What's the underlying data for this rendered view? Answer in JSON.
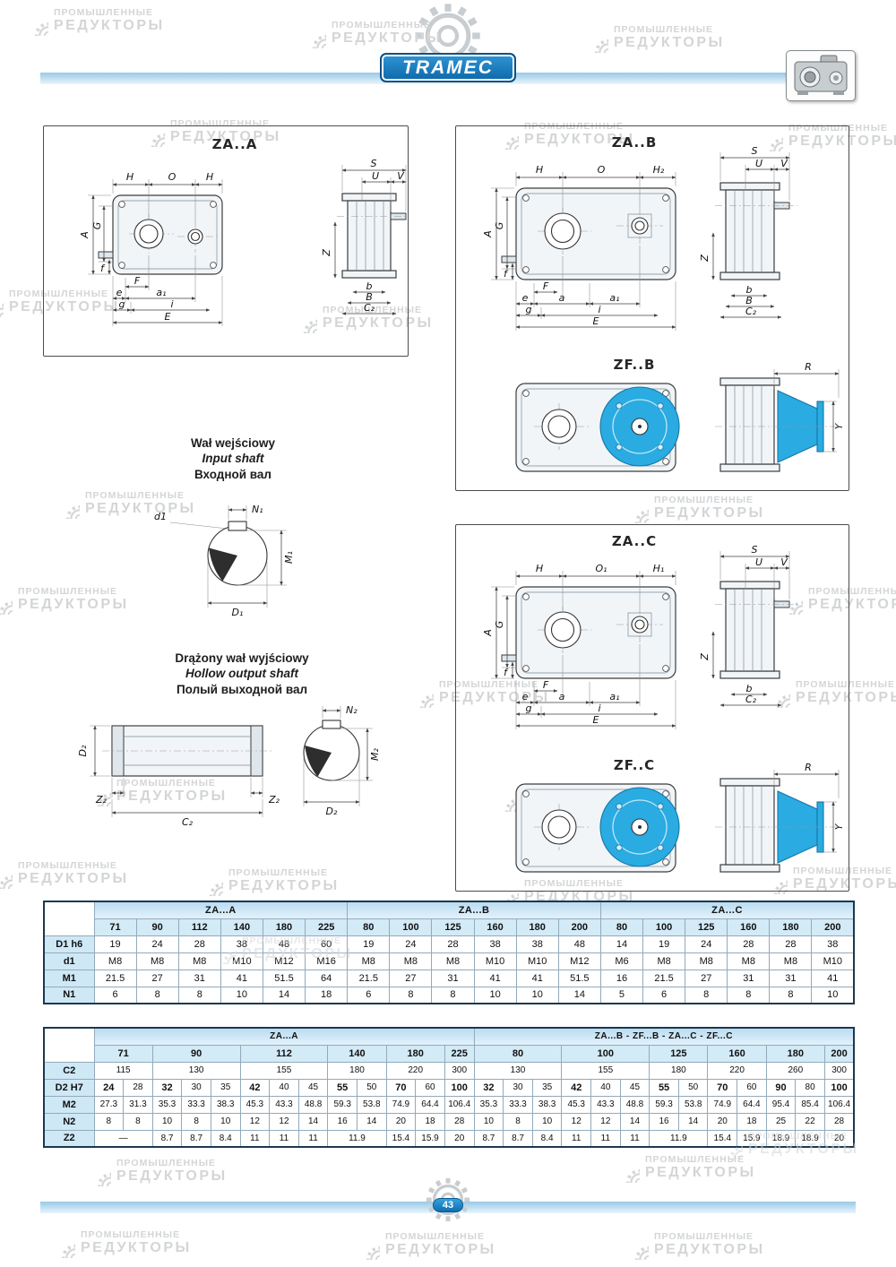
{
  "page": {
    "brand": "TRAMEC",
    "page_number": "43",
    "watermark": {
      "line1": "ПРОМЫШЛЕННЫЕ",
      "line2": "РЕДУКТОРЫ"
    }
  },
  "shaft_sections": {
    "input": {
      "pl": "Wał wejściowy",
      "en": "Input shaft",
      "ru": "Входной вал"
    },
    "hollow": {
      "pl": "Drążony wał wyjściowy",
      "en": "Hollow output shaft",
      "ru": "Полый выходной вал"
    }
  },
  "drawings": {
    "titles": {
      "zaa": "ZA..A",
      "zab": "ZA..B",
      "zfb": "ZF..B",
      "zac": "ZA..C",
      "zfc": "ZF..C"
    },
    "dims": {
      "H": "H",
      "O": "O",
      "O1": "O₁",
      "H1": "H₁",
      "H2": "H₂",
      "S": "S",
      "U": "U",
      "V": "V",
      "A": "A",
      "G": "G",
      "f": "f",
      "F": "F",
      "e": "e",
      "a": "a",
      "a1": "a₁",
      "g": "g",
      "i": "i",
      "E": "E",
      "Z": "Z",
      "b": "b",
      "B": "B",
      "C2": "C₂",
      "R": "R",
      "Y": "Y",
      "N1": "N₁",
      "d1": "d1",
      "M1": "M₁",
      "D1": "D₁",
      "N2": "N₂",
      "M2": "M₂",
      "D2": "D₂",
      "Z2": "Z₂"
    }
  },
  "table1": {
    "groups": [
      {
        "label": "ZA...A",
        "span": 6
      },
      {
        "label": "ZA...B",
        "span": 6
      },
      {
        "label": "ZA...C",
        "span": 6
      }
    ],
    "sizes": [
      "71",
      "90",
      "112",
      "140",
      "180",
      "225",
      "80",
      "100",
      "125",
      "160",
      "180",
      "200",
      "80",
      "100",
      "125",
      "160",
      "180",
      "200"
    ],
    "rows": [
      {
        "label": "D1 h6",
        "cells": [
          "19",
          "24",
          "28",
          "38",
          "48",
          "60",
          "19",
          "24",
          "28",
          "38",
          "38",
          "48",
          "14",
          "19",
          "24",
          "28",
          "28",
          "38"
        ]
      },
      {
        "label": "d1",
        "cells": [
          "M8",
          "M8",
          "M8",
          "M10",
          "M12",
          "M16",
          "M8",
          "M8",
          "M8",
          "M10",
          "M10",
          "M12",
          "M6",
          "M8",
          "M8",
          "M8",
          "M8",
          "M10"
        ]
      },
      {
        "label": "M1",
        "cells": [
          "21.5",
          "27",
          "31",
          "41",
          "51.5",
          "64",
          "21.5",
          "27",
          "31",
          "41",
          "41",
          "51.5",
          "16",
          "21.5",
          "27",
          "31",
          "31",
          "41"
        ]
      },
      {
        "label": "N1",
        "cells": [
          "6",
          "8",
          "8",
          "10",
          "14",
          "18",
          "6",
          "8",
          "8",
          "10",
          "10",
          "14",
          "5",
          "6",
          "8",
          "8",
          "8",
          "10"
        ]
      }
    ]
  },
  "table2": {
    "groups": [
      {
        "label": "ZA...A",
        "span": 13
      },
      {
        "label": "ZA...B - ZF...B - ZA...C - ZF...C",
        "span": 13
      }
    ],
    "sizes": [
      {
        "label": "71",
        "span": 2
      },
      {
        "label": "90",
        "span": 3
      },
      {
        "label": "112",
        "span": 3
      },
      {
        "label": "140",
        "span": 2
      },
      {
        "label": "180",
        "span": 2
      },
      {
        "label": "225",
        "span": 1
      },
      {
        "label": "80",
        "span": 3
      },
      {
        "label": "100",
        "span": 3
      },
      {
        "label": "125",
        "span": 2
      },
      {
        "label": "160",
        "span": 2
      },
      {
        "label": "180",
        "span": 2
      },
      {
        "label": "200",
        "span": 1
      }
    ],
    "rows": [
      {
        "label": "C2",
        "cells": [
          {
            "v": "115",
            "span": 2
          },
          {
            "v": "130",
            "span": 3
          },
          {
            "v": "155",
            "span": 3
          },
          {
            "v": "180",
            "span": 2
          },
          {
            "v": "220",
            "span": 2
          },
          {
            "v": "300",
            "span": 1
          },
          {
            "v": "130",
            "span": 3
          },
          {
            "v": "155",
            "span": 3
          },
          {
            "v": "180",
            "span": 2
          },
          {
            "v": "220",
            "span": 2
          },
          {
            "v": "260",
            "span": 2
          },
          {
            "v": "300",
            "span": 1
          }
        ]
      },
      {
        "label": "D2 H7",
        "cells": [
          {
            "v": "24",
            "bold": true
          },
          {
            "v": "28"
          },
          {
            "v": "32",
            "bold": true
          },
          {
            "v": "30"
          },
          {
            "v": "35"
          },
          {
            "v": "42",
            "bold": true
          },
          {
            "v": "40"
          },
          {
            "v": "45"
          },
          {
            "v": "55",
            "bold": true
          },
          {
            "v": "50"
          },
          {
            "v": "70",
            "bold": true
          },
          {
            "v": "60"
          },
          {
            "v": "100",
            "bold": true
          },
          {
            "v": "32",
            "bold": true
          },
          {
            "v": "30"
          },
          {
            "v": "35"
          },
          {
            "v": "42",
            "bold": true
          },
          {
            "v": "40"
          },
          {
            "v": "45"
          },
          {
            "v": "55",
            "bold": true
          },
          {
            "v": "50"
          },
          {
            "v": "70",
            "bold": true
          },
          {
            "v": "60"
          },
          {
            "v": "90",
            "bold": true
          },
          {
            "v": "80"
          },
          {
            "v": "100",
            "bold": true
          }
        ]
      },
      {
        "label": "M2",
        "cells": [
          {
            "v": "27.3"
          },
          {
            "v": "31.3"
          },
          {
            "v": "35.3"
          },
          {
            "v": "33.3"
          },
          {
            "v": "38.3"
          },
          {
            "v": "45.3"
          },
          {
            "v": "43.3"
          },
          {
            "v": "48.8"
          },
          {
            "v": "59.3"
          },
          {
            "v": "53.8"
          },
          {
            "v": "74.9"
          },
          {
            "v": "64.4"
          },
          {
            "v": "106.4"
          },
          {
            "v": "35.3"
          },
          {
            "v": "33.3"
          },
          {
            "v": "38.3"
          },
          {
            "v": "45.3"
          },
          {
            "v": "43.3"
          },
          {
            "v": "48.8"
          },
          {
            "v": "59.3"
          },
          {
            "v": "53.8"
          },
          {
            "v": "74.9"
          },
          {
            "v": "64.4"
          },
          {
            "v": "95.4"
          },
          {
            "v": "85.4"
          },
          {
            "v": "106.4"
          }
        ]
      },
      {
        "label": "N2",
        "cells": [
          {
            "v": "8"
          },
          {
            "v": "8"
          },
          {
            "v": "10"
          },
          {
            "v": "8"
          },
          {
            "v": "10"
          },
          {
            "v": "12"
          },
          {
            "v": "12"
          },
          {
            "v": "14"
          },
          {
            "v": "16"
          },
          {
            "v": "14"
          },
          {
            "v": "20"
          },
          {
            "v": "18"
          },
          {
            "v": "28"
          },
          {
            "v": "10"
          },
          {
            "v": "8"
          },
          {
            "v": "10"
          },
          {
            "v": "12"
          },
          {
            "v": "12"
          },
          {
            "v": "14"
          },
          {
            "v": "16"
          },
          {
            "v": "14"
          },
          {
            "v": "20"
          },
          {
            "v": "18"
          },
          {
            "v": "25"
          },
          {
            "v": "22"
          },
          {
            "v": "28"
          }
        ]
      },
      {
        "label": "Z2",
        "cells": [
          {
            "v": "—",
            "span": 2
          },
          {
            "v": "8.7"
          },
          {
            "v": "8.7"
          },
          {
            "v": "8.4"
          },
          {
            "v": "11"
          },
          {
            "v": "11"
          },
          {
            "v": "11"
          },
          {
            "v": "11.9",
            "span": 2
          },
          {
            "v": "15.4"
          },
          {
            "v": "15.9"
          },
          {
            "v": "20"
          },
          {
            "v": "8.7"
          },
          {
            "v": "8.7"
          },
          {
            "v": "8.4"
          },
          {
            "v": "11"
          },
          {
            "v": "11"
          },
          {
            "v": "11"
          },
          {
            "v": "11.9",
            "span": 2
          },
          {
            "v": "15.4"
          },
          {
            "v": "15.9"
          },
          {
            "v": "18.9"
          },
          {
            "v": "18.9"
          },
          {
            "v": "20"
          }
        ]
      }
    ]
  }
}
